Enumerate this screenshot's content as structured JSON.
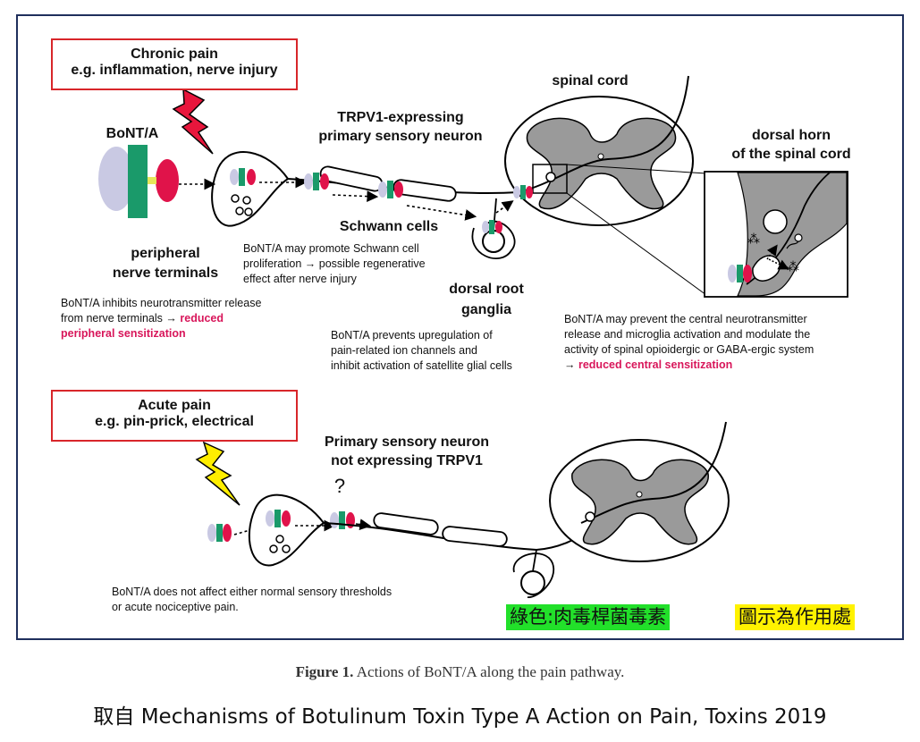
{
  "chronic_box": {
    "line1": "Chronic pain",
    "line2": "e.g. inflammation, nerve injury"
  },
  "acute_box": {
    "line1": "Acute pain",
    "line2": "e.g. pin-prick, electrical"
  },
  "labels": {
    "bonta": "BoNT/A",
    "trpv1_line1": "TRPV1-expressing",
    "trpv1_line2": "primary sensory neuron",
    "spinal_cord": "spinal cord",
    "dorsal_horn_line1": "dorsal horn",
    "dorsal_horn_line2": "of the spinal cord",
    "schwann": "Schwann cells",
    "peripheral_line1": "peripheral",
    "peripheral_line2": "nerve terminals",
    "drg_line1": "dorsal root",
    "drg_line2": "ganglia",
    "nontrpv1_line1": "Primary sensory neuron",
    "nontrpv1_line2": "not expressing TRPV1",
    "question": "?"
  },
  "notes": {
    "schwann_l1": "BoNT/A may promote Schwann cell",
    "schwann_l2": "proliferation → possible regenerative",
    "schwann_l3": "effect after nerve injury",
    "peripheral_l1": "BoNT/A inhibits neurotransmitter release",
    "peripheral_l2": "from nerve terminals → ",
    "peripheral_hl1": "reduced",
    "peripheral_hl2": "peripheral sensitization",
    "drg_l1": "BoNT/A prevents upregulation of",
    "drg_l2": "pain-related ion channels and",
    "drg_l3": "inhibit activation of satellite glial cells",
    "central_l1": "BoNT/A may prevent the central neurotransmitter",
    "central_l2": "release and microglia activation and modulate the",
    "central_l3": "activity of spinal opioidergic or GABA-ergic system",
    "central_l4_prefix": "→ ",
    "central_hl": "reduced central sensitization",
    "acute_l1": "BoNT/A does not affect  either normal sensory thresholds",
    "acute_l2": "or acute nociceptive pain."
  },
  "tags": {
    "green": "綠色:肉毒桿菌毒素",
    "yellow": "圖示為作用處"
  },
  "caption": {
    "bold": "Figure 1.",
    "text": " Actions of BoNT/A along the pain pathway."
  },
  "source": "取自 Mechanisms of Botulinum Toxin Type A Action on Pain, Toxins 2019",
  "colors": {
    "frame": "#1f2f5c",
    "red_box": "#d8262a",
    "highlight": "#d8165a",
    "toxin_green": "#1a9a6a",
    "toxin_red": "#e0134a",
    "receptor": "#c9c9e3",
    "gray_matter": "#9a9a9a",
    "bolt_red": "#e8163c",
    "bolt_yellow": "#ffee00"
  }
}
